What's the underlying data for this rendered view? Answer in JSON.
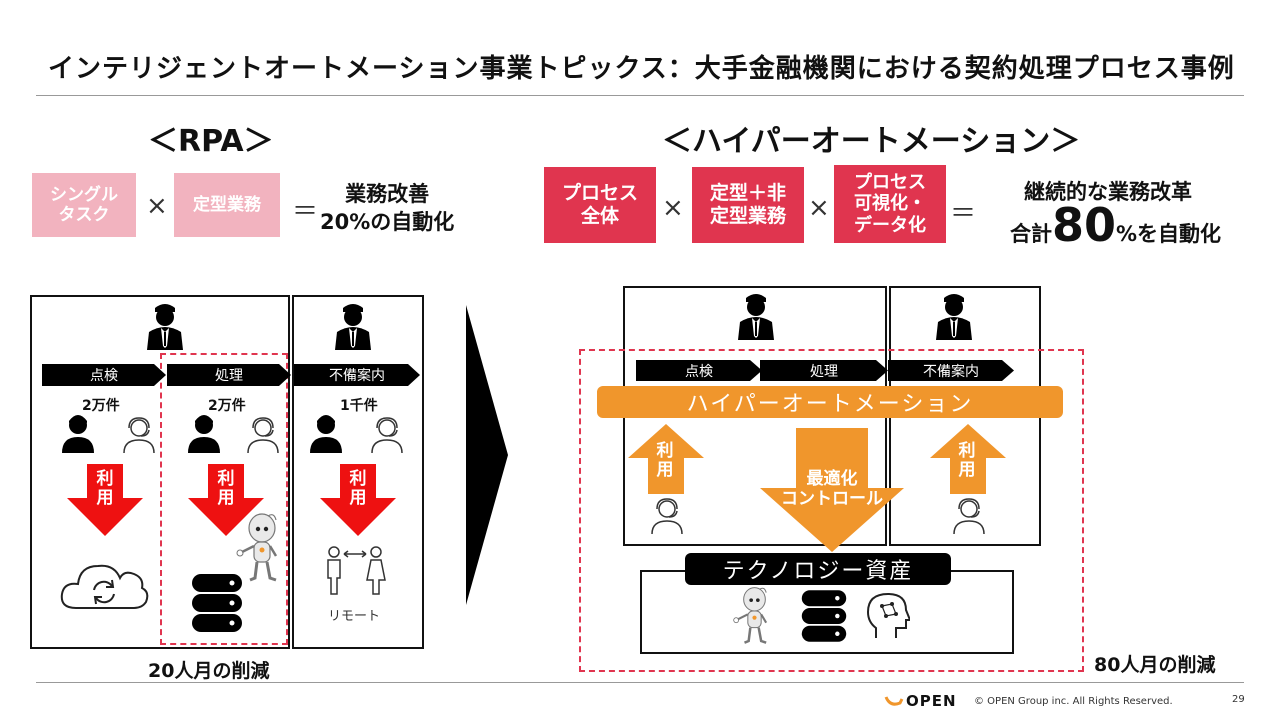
{
  "title": "インテリジェントオートメーション事業トピックス：大手金融機関における契約処理プロセス事例",
  "rpa": {
    "heading": "＜RPA＞",
    "tags": [
      "シングル\nタスク",
      "定型業務"
    ],
    "times": "×",
    "equals": "＝",
    "result": "業務改善\n20%の自動化",
    "steps": [
      "点検",
      "処理",
      "不備案内"
    ],
    "counts": [
      "2万件",
      "2万件",
      "1千件"
    ],
    "use_label": "利\n用",
    "remote_label": "リモート",
    "reduction": "20人月の削減"
  },
  "hyper": {
    "heading": "＜ハイパーオートメーション＞",
    "tags": [
      "プロセス\n全体",
      "定型＋非\n定型業務",
      "プロセス\n可視化・\nデータ化"
    ],
    "times": "×",
    "equals": "＝",
    "result_line1": "継続的な業務改革",
    "result_prefix": "合計",
    "result_big": "80",
    "result_suffix": "%を自動化",
    "steps": [
      "点検",
      "処理",
      "不備案内"
    ],
    "bar_label": "ハイパーオートメーション",
    "use_label": "利\n用",
    "control_label": "最適化\nコントロール",
    "tech_label": "テクノロジー資産",
    "reduction": "80人月の削減"
  },
  "footer": {
    "logo_text": "OPEN",
    "copyright": "© OPEN Group inc. All Rights Reserved.",
    "page": "29"
  },
  "colors": {
    "accent_red": "#e0354f",
    "pink": "#f2b3bf",
    "orange": "#f0962c",
    "arrow_red": "#ee1111"
  }
}
